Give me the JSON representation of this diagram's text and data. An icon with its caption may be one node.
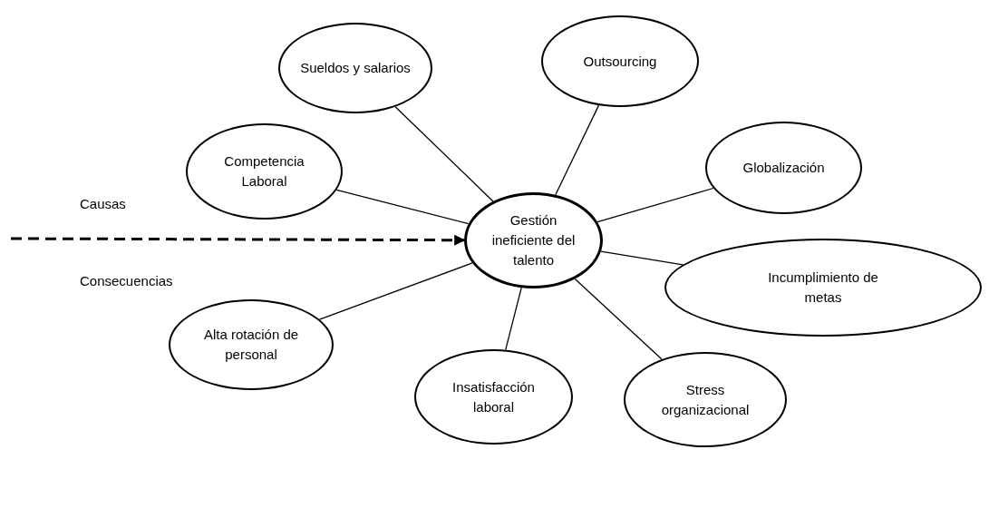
{
  "diagram": {
    "nodes": [
      {
        "text": [
          "Sueldos y salarios"
        ]
      },
      {
        "text": [
          "Outsourcing"
        ]
      },
      {
        "text": [
          "Competencia Laboral"
        ]
      },
      {
        "text": [
          "Globalización"
        ]
      },
      {
        "text": [
          "Gestión ineficiente del talento"
        ]
      },
      {
        "text": [
          "Incumplimiento de metas"
        ]
      },
      {
        "text": [
          "Alta rotación de personal"
        ]
      },
      {
        "text": [
          "Insatisfacción laboral"
        ]
      },
      {
        "text": [
          "Stress organizacional"
        ]
      }
    ],
    "edges": [
      {
        "from": 0,
        "to": 4,
        "arrow": "none"
      },
      {
        "from": 1,
        "to": 4,
        "arrow": "none"
      },
      {
        "from": 2,
        "to": 4,
        "arrow": "none"
      },
      {
        "from": 3,
        "to": 4,
        "arrow": "none"
      },
      {
        "from": 4,
        "to": 5,
        "arrow": "none"
      },
      {
        "from": 4,
        "to": 6,
        "arrow": "none"
      },
      {
        "from": 4,
        "to": 7,
        "arrow": "none"
      },
      {
        "from": 4,
        "to": 8,
        "arrow": "none"
      },
      {
        "from": null,
        "to": 4,
        "arrow": "to",
        "style": "dashed"
      }
    ],
    "labels": [
      "Causas",
      "Consecuencias"
    ]
  }
}
